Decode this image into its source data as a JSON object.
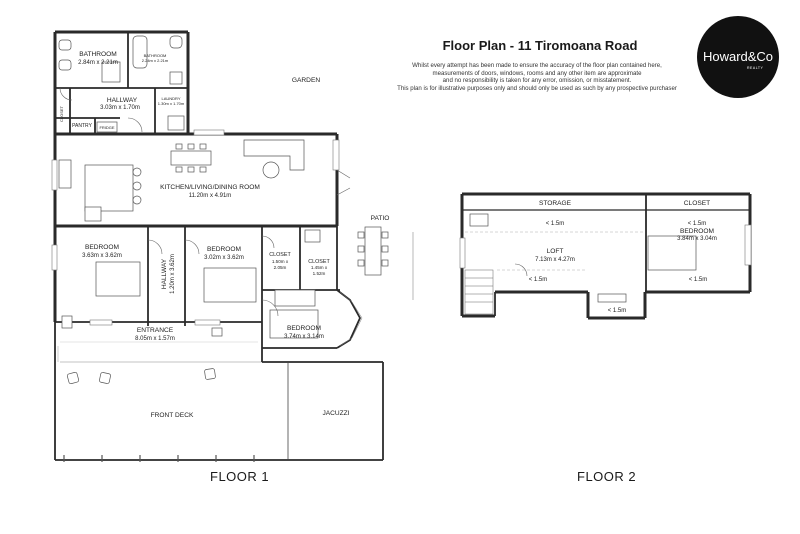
{
  "header": {
    "title": "Floor Plan - 11 Tiromoana Road",
    "disclaimer": [
      "Whilst every attempt has been made to ensure the accuracy of the floor plan contained here,",
      "measurements of doors, windows, rooms and any other item are approximate",
      "and no responsibility is taken for any error, omission, or misstatement.",
      "This plan is for illustrative purposes only and should only be used as such by any prospective purchaser"
    ]
  },
  "logo": {
    "main": "Howard&Co",
    "sub": "REALTY"
  },
  "floor1": {
    "label": "FLOOR 1",
    "garden": "GARDEN",
    "patio": "PATIO",
    "front_deck": "FRONT DECK",
    "jacuzzi": "JACUZZI",
    "closet_small": "CLOSET",
    "pantry": "PANTRY",
    "fridge": "FRIDGE",
    "bathroom": {
      "name": "BATHROOM",
      "dims": "2.84m x 2.21m"
    },
    "bathroom_small": {
      "name": "BATHROOM",
      "dims": "2.24m x 2.21m"
    },
    "laundry": {
      "name": "LAUNDRY",
      "dims": "1.30m x 1.70m"
    },
    "hallway": {
      "name": "HALLWAY",
      "dims": "3.03m x 1.70m"
    },
    "kitchen": {
      "name": "KITCHEN/LIVING/DINING ROOM",
      "dims": "11.20m x 4.91m"
    },
    "bedroom1": {
      "name": "BEDROOM",
      "dims": "3.63m x 3.62m"
    },
    "hallway2": {
      "name": "HALLWAY",
      "dims": "1.20m x 3.62m"
    },
    "bedroom2": {
      "name": "BEDROOM",
      "dims": "3.02m x 3.62m"
    },
    "closet1": {
      "name": "CLOSET",
      "dims1": "1.50m x",
      "dims2": "2.05m"
    },
    "closet2": {
      "name": "CLOSET",
      "dims1": "1.45m x",
      "dims2": "1.52m"
    },
    "bedroom3": {
      "name": "BEDROOM",
      "dims": "3.74m x 3.14m"
    },
    "entrance": {
      "name": "ENTRANCE",
      "dims": "8.05m x 1.57m"
    }
  },
  "floor2": {
    "label": "FLOOR 2",
    "storage": "STORAGE",
    "closet": "CLOSET",
    "loft": {
      "name": "LOFT",
      "dims": "7.13m x 4.27m"
    },
    "bedroom": {
      "name": "BEDROOM",
      "dims": "3.84m x 3.04m"
    },
    "low_height": "< 1.5m"
  }
}
